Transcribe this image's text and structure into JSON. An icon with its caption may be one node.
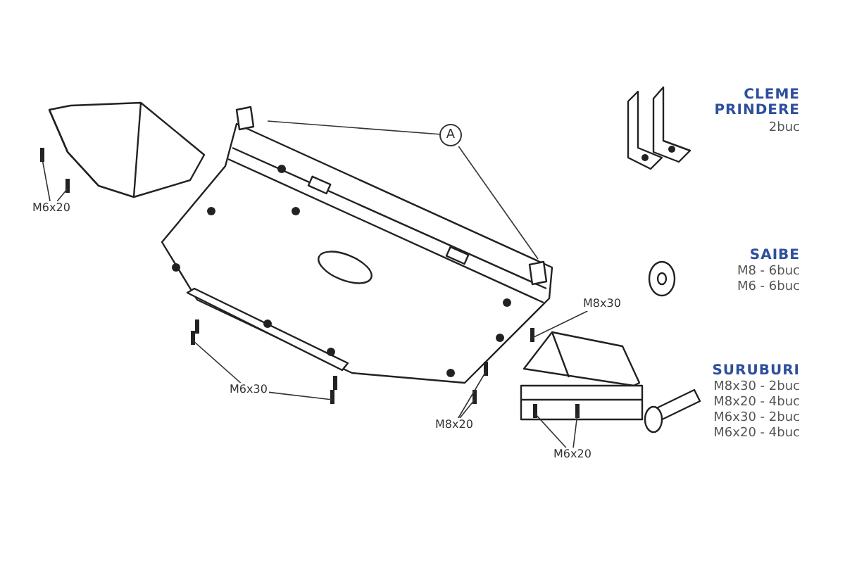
{
  "diagram": {
    "nodes": [
      {
        "text": [
          "A"
        ]
      },
      {
        "text": [
          "M6x20"
        ]
      },
      {
        "text": [
          "M6x30"
        ]
      },
      {
        "text": [
          "M8x30"
        ]
      },
      {
        "text": [
          "M8x20"
        ]
      },
      {
        "text": [
          "M6x20"
        ]
      }
    ],
    "edges": [
      {
        "from": 0,
        "to": null,
        "arrow": "none"
      },
      {
        "from": 0,
        "to": null,
        "arrow": "none"
      },
      {
        "from": 1,
        "to": null,
        "arrow": "none"
      },
      {
        "from": 1,
        "to": null,
        "arrow": "none"
      },
      {
        "from": 2,
        "to": null,
        "arrow": "none"
      },
      {
        "from": 2,
        "to": null,
        "arrow": "none"
      },
      {
        "from": 3,
        "to": null,
        "arrow": "none"
      },
      {
        "from": 4,
        "to": null,
        "arrow": "none"
      },
      {
        "from": 4,
        "to": null,
        "arrow": "none"
      },
      {
        "from": 5,
        "to": null,
        "arrow": "none"
      },
      {
        "from": 5,
        "to": null,
        "arrow": "none"
      }
    ],
    "labels": [
      "CLEME PRINDERE",
      "2buc",
      "SAIBE",
      "M8 - 6buc",
      "M6 - 6buc",
      "SURUBURI",
      "M8x30 - 2buc",
      "M8x20 - 4buc",
      "M6x30 - 2buc",
      "M6x20 - 4buc"
    ]
  }
}
